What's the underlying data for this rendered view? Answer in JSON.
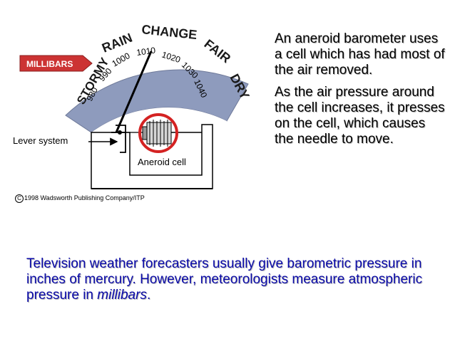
{
  "diagram": {
    "millibars_label": "MILLIBARS",
    "weather_labels": {
      "stormy": "STORMY",
      "rain": "RAIN",
      "change": "CHANGE",
      "fair": "FAIR",
      "dry": "DRY"
    },
    "scale_values": [
      "980",
      "990",
      "1000",
      "1010",
      "1020",
      "1030",
      "1040"
    ],
    "lever_label": "Lever system",
    "cell_label": "Aneroid cell",
    "copyright_symbol": "C",
    "copyright_text": "1998 Wadsworth Publishing Company/ITP",
    "colors": {
      "dial_band": "#8e9bbd",
      "millibars_fill": "#cc3333",
      "highlight_circle": "#d42222",
      "housing": "#ffffff"
    }
  },
  "side_text": {
    "para1": "An aneroid barometer uses a cell which has had most of the air removed.",
    "para2": "As the air pressure around the cell increases, it presses on the cell, which causes the needle to move."
  },
  "bottom_text": {
    "part1": "Television weather forecasters usually give barometric pressure in inches of mercury.  However, meteorologists measure atmospheric pressure in ",
    "emph": "millibars",
    "part2": "."
  }
}
